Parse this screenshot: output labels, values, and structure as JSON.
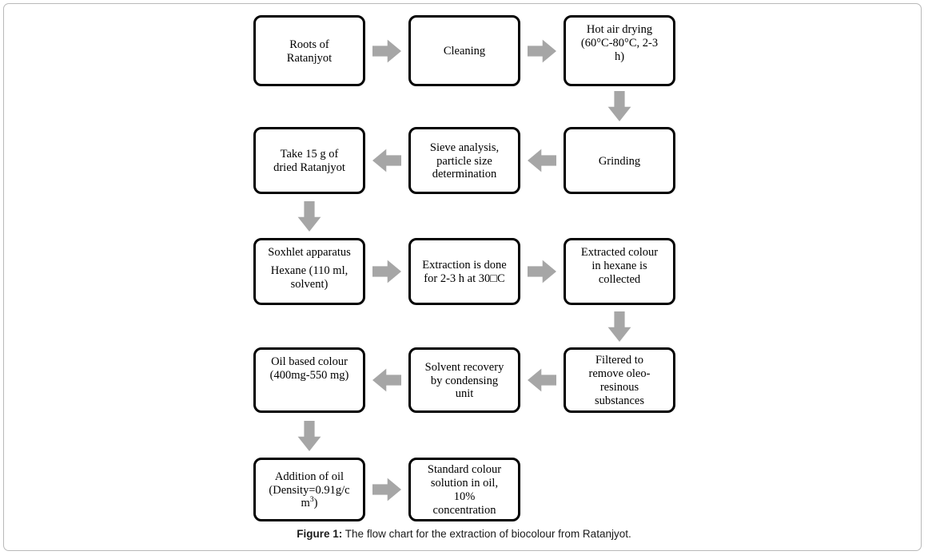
{
  "figure": {
    "caption_label": "Figure 1:",
    "caption_text": " The flow chart for the extraction of biocolour from Ratanjyot.",
    "arrow_color": "#a6a6a6",
    "node_border_color": "#000000",
    "page_border_color": "#b9b9b9"
  },
  "chart_data": {
    "type": "diagram",
    "title": "The flow chart for the extraction of biocolour from Ratanjyot.",
    "nodes": [
      {
        "id": "n1",
        "label": "Roots of\nRatanjyot",
        "row": 1,
        "col": 1
      },
      {
        "id": "n2",
        "label": "Cleaning",
        "row": 1,
        "col": 2
      },
      {
        "id": "n3",
        "label": "Hot air drying\n(60°C-80°C, 2-3\nh)",
        "row": 1,
        "col": 3
      },
      {
        "id": "n4",
        "label": "Grinding",
        "row": 2,
        "col": 3
      },
      {
        "id": "n5",
        "label": "Sieve analysis,\nparticle size\ndetermination",
        "row": 2,
        "col": 2
      },
      {
        "id": "n6",
        "label": "Take 15 g of\ndried Ratanjyot",
        "row": 2,
        "col": 1
      },
      {
        "id": "n7a",
        "label": "Soxhlet apparatus",
        "row": 3,
        "col": 1
      },
      {
        "id": "n7b",
        "label": "Hexane (110 ml,\nsolvent)",
        "row": 3,
        "col": 1
      },
      {
        "id": "n8",
        "label": "Extraction is done\nfor 2-3 h at 30□C",
        "row": 3,
        "col": 2
      },
      {
        "id": "n9",
        "label": "Extracted colour\nin hexane is\ncollected",
        "row": 3,
        "col": 3
      },
      {
        "id": "n10",
        "label": "Filtered to\nremove oleo-\nresinous\nsubstances",
        "row": 4,
        "col": 3
      },
      {
        "id": "n11",
        "label": "Solvent recovery\nby condensing\nunit",
        "row": 4,
        "col": 2
      },
      {
        "id": "n12",
        "label": "Oil based colour\n(400mg-550 mg)",
        "row": 4,
        "col": 1
      },
      {
        "id": "n13",
        "label": "Addition of oil\n(Density=0.91g/c\nm",
        "row": 5,
        "col": 1,
        "sup": "3",
        "tail": ")"
      },
      {
        "id": "n14",
        "label": "Standard colour\nsolution in oil,\n10%\nconcentration",
        "row": 5,
        "col": 2
      }
    ],
    "edges": [
      {
        "from": "n1",
        "to": "n2",
        "direction": "right"
      },
      {
        "from": "n2",
        "to": "n3",
        "direction": "right"
      },
      {
        "from": "n3",
        "to": "n4",
        "direction": "down"
      },
      {
        "from": "n4",
        "to": "n5",
        "direction": "left"
      },
      {
        "from": "n5",
        "to": "n6",
        "direction": "left"
      },
      {
        "from": "n6",
        "to": "n7a",
        "direction": "down"
      },
      {
        "from": "n7a",
        "to": "n8",
        "direction": "right"
      },
      {
        "from": "n8",
        "to": "n9",
        "direction": "right"
      },
      {
        "from": "n9",
        "to": "n10",
        "direction": "down"
      },
      {
        "from": "n10",
        "to": "n11",
        "direction": "left"
      },
      {
        "from": "n11",
        "to": "n12",
        "direction": "left"
      },
      {
        "from": "n12",
        "to": "n13",
        "direction": "down"
      },
      {
        "from": "n13",
        "to": "n14",
        "direction": "right"
      }
    ]
  },
  "nodes": {
    "roots_of_ratanjyot": "Roots of\nRatanjyot",
    "cleaning": "Cleaning",
    "hot_air_drying": "Hot air drying\n(60°C-80°C, 2-3\nh)",
    "grinding": "Grinding",
    "sieve_analysis": "Sieve analysis,\nparticle size\ndetermination",
    "take_15g": "Take 15 g of\ndried Ratanjyot",
    "soxhlet_line1": "Soxhlet apparatus",
    "soxhlet_line2": "Hexane (110 ml,\nsolvent)",
    "extraction_done": "Extraction is done\nfor 2-3 h at 30□C",
    "extracted_colour": "Extracted colour\nin hexane is\ncollected",
    "filtered": "Filtered to\nremove oleo-\nresinous\nsubstances",
    "solvent_recovery": "Solvent recovery\nby condensing\nunit",
    "oil_based_colour": "Oil based colour\n(400mg-550 mg)",
    "addition_of_oil_main": "Addition of oil\n(Density=0.91g/c\nm",
    "addition_of_oil_sup": "3",
    "addition_of_oil_tail": ")",
    "standard_colour": "Standard colour\nsolution in oil,\n10%\nconcentration"
  }
}
